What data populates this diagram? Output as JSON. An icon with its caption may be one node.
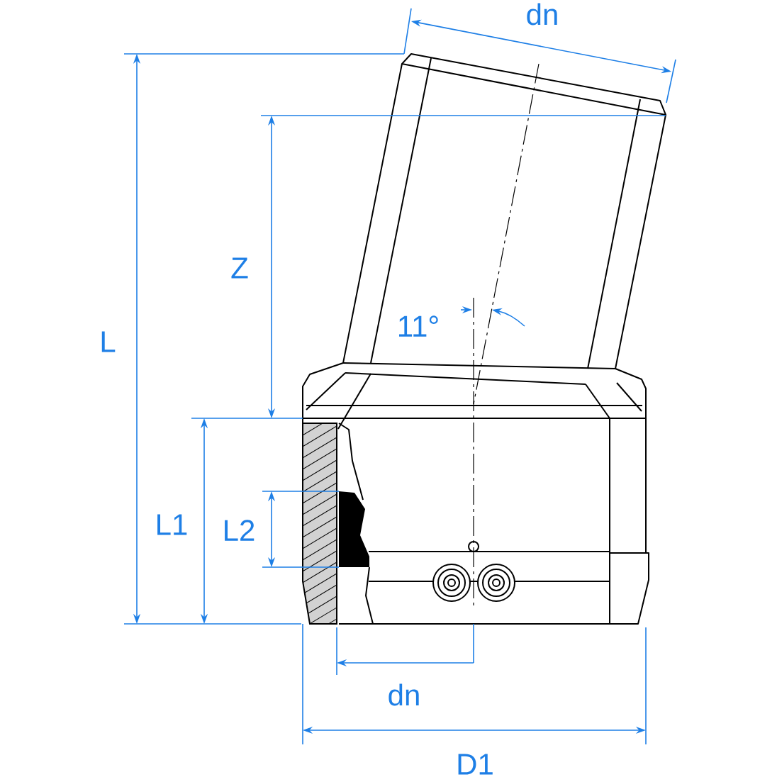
{
  "diagram": {
    "labels": [
      "dn",
      "Z",
      "L",
      "11°",
      "L1",
      "L2",
      "dn",
      "D1"
    ]
  }
}
